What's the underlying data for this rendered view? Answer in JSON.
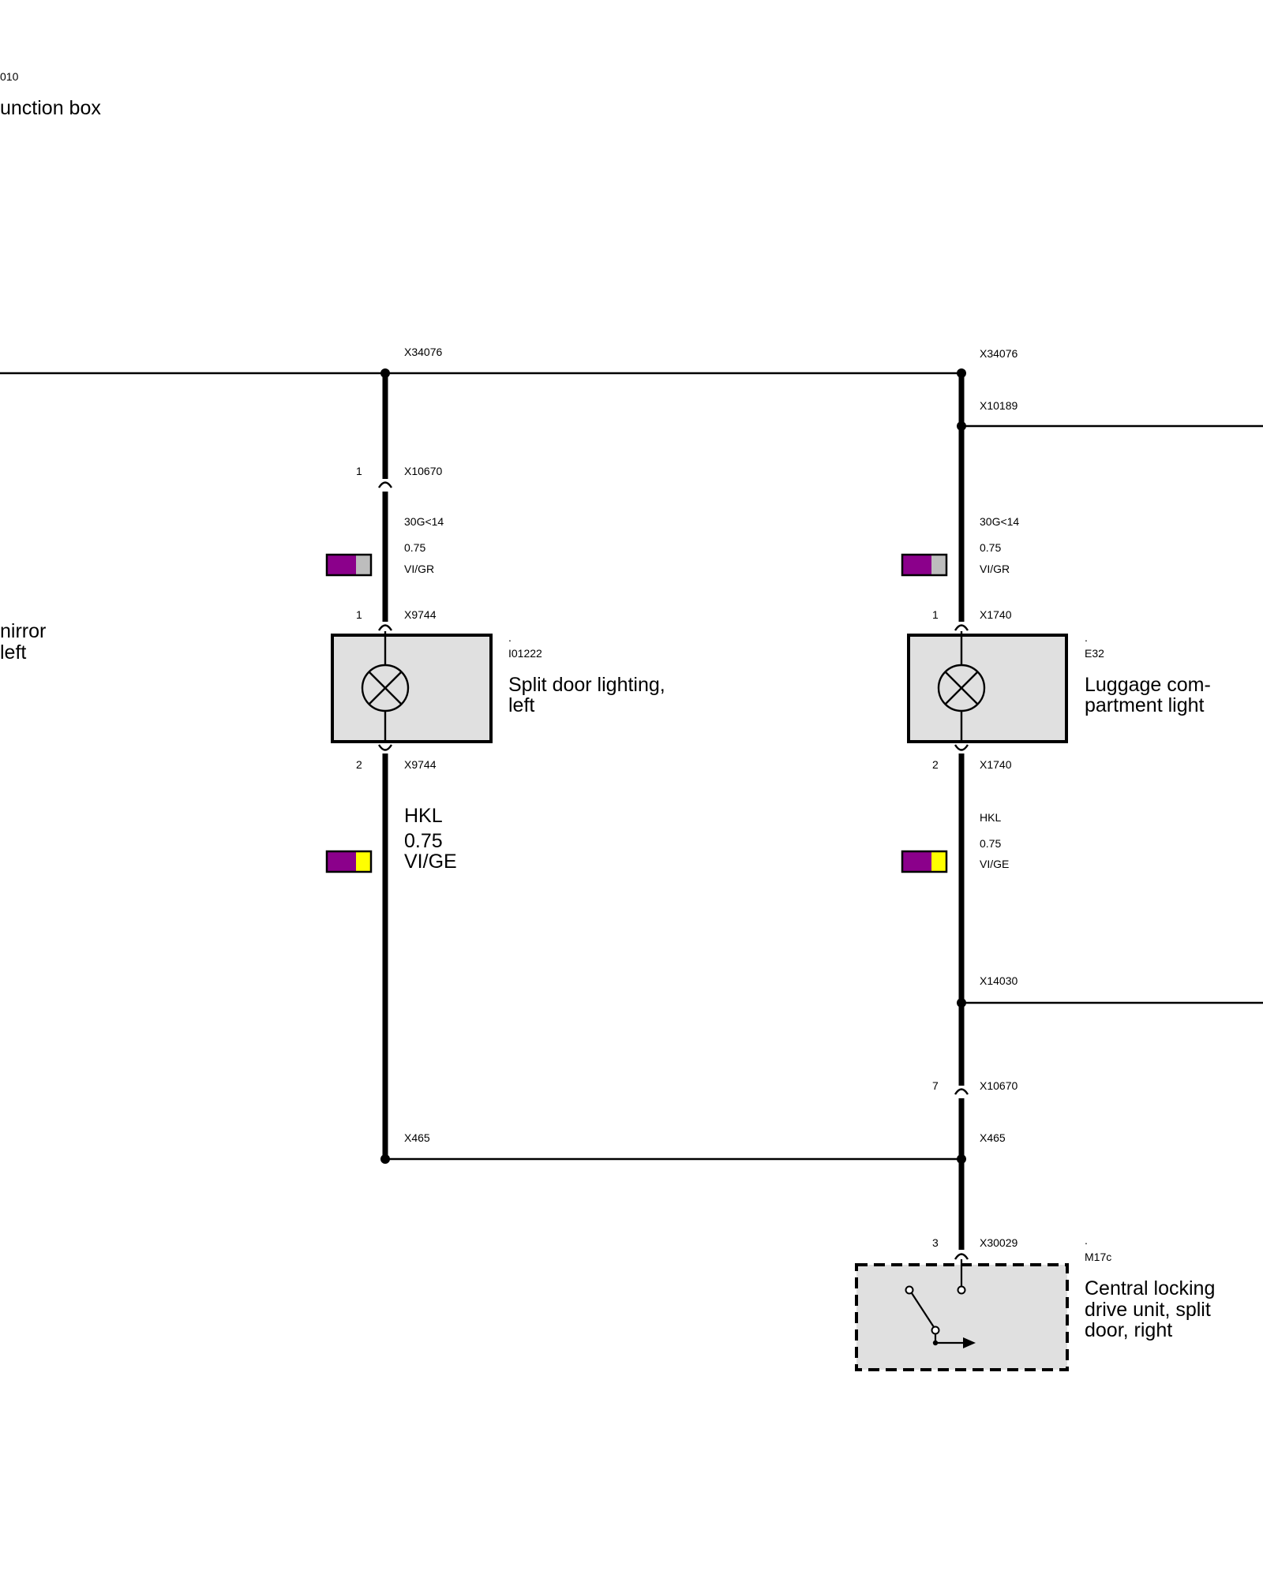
{
  "header": {
    "code_fragment": "010",
    "title_fragment": "unction box"
  },
  "left_partial_label": [
    "nirror",
    "left"
  ],
  "connectors": {
    "x34076_left": "X34076",
    "x34076_right": "X34076",
    "x10189": "X10189",
    "x10670_left": "X10670",
    "x10670_left_pin": "1",
    "x9744_top": "X9744",
    "x9744_top_pin": "1",
    "x9744_bottom": "X9744",
    "x9744_bottom_pin": "2",
    "x1740_top": "X1740",
    "x1740_top_pin": "1",
    "x1740_bottom": "X1740",
    "x1740_bottom_pin": "2",
    "x14030": "X14030",
    "x10670_right": "X10670",
    "x10670_right_pin": "7",
    "x465_left": "X465",
    "x465_right": "X465",
    "x30029": "X30029",
    "x30029_pin": "3"
  },
  "wires": {
    "left_upper": {
      "circuit": "30G<14",
      "size": "0.75",
      "color_code": "VI/GR",
      "colors": [
        "#8b008b",
        "#bdbdbd"
      ]
    },
    "right_upper": {
      "circuit": "30G<14",
      "size": "0.75",
      "color_code": "VI/GR",
      "colors": [
        "#8b008b",
        "#bdbdbd"
      ]
    },
    "left_lower": {
      "circuit": "HKL",
      "size": "0.75",
      "color_code": "VI/GE",
      "colors": [
        "#8b008b",
        "#ffff00"
      ]
    },
    "right_lower": {
      "circuit": "HKL",
      "size": "0.75",
      "color_code": "VI/GE",
      "colors": [
        "#8b008b",
        "#ffff00"
      ]
    }
  },
  "components": {
    "split_door_lighting": {
      "dot": ".",
      "code": "I01222",
      "name_lines": [
        "Split door lighting,",
        "left"
      ]
    },
    "luggage_light": {
      "dot": ".",
      "code": "E32",
      "name_lines": [
        "Luggage com-",
        "partment light"
      ]
    },
    "central_locking": {
      "dot": ".",
      "code": "M17c",
      "name_lines": [
        "Central locking",
        "drive unit, split",
        "door, right"
      ]
    }
  }
}
